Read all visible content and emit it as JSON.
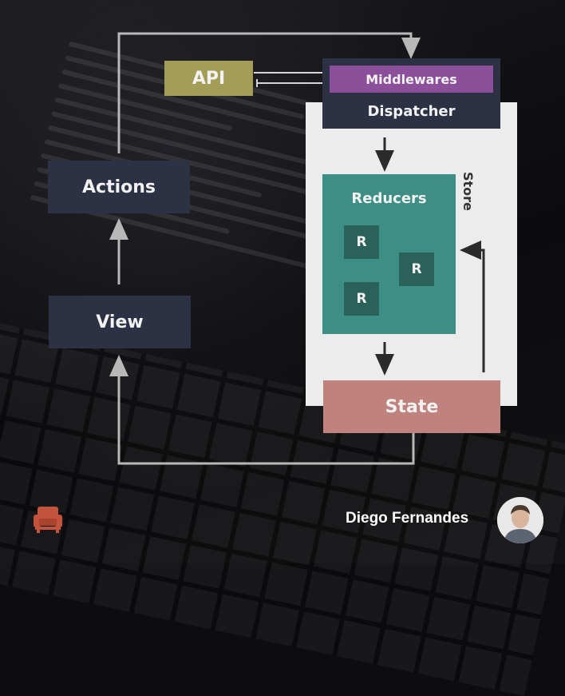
{
  "diagram": {
    "api": "API",
    "middlewares": "Middlewares",
    "dispatcher": "Dispatcher",
    "store": "Store",
    "reducers": "Reducers",
    "reducer_items": [
      "R",
      "R",
      "R"
    ],
    "state": "State",
    "actions": "Actions",
    "view": "View"
  },
  "footer": {
    "author_name": "Diego Fernandes"
  },
  "colors": {
    "api": "#a49d58",
    "middlewares": "#8c4f9a",
    "dark_box": "#2c3244",
    "store": "#ececec",
    "reducers": "#3d8e84",
    "reducer_item": "#2a6158",
    "state": "#c0827d",
    "arrow": "#b8b8b8"
  },
  "icons": {
    "logo": "armchair-icon",
    "avatar": "user-avatar"
  }
}
